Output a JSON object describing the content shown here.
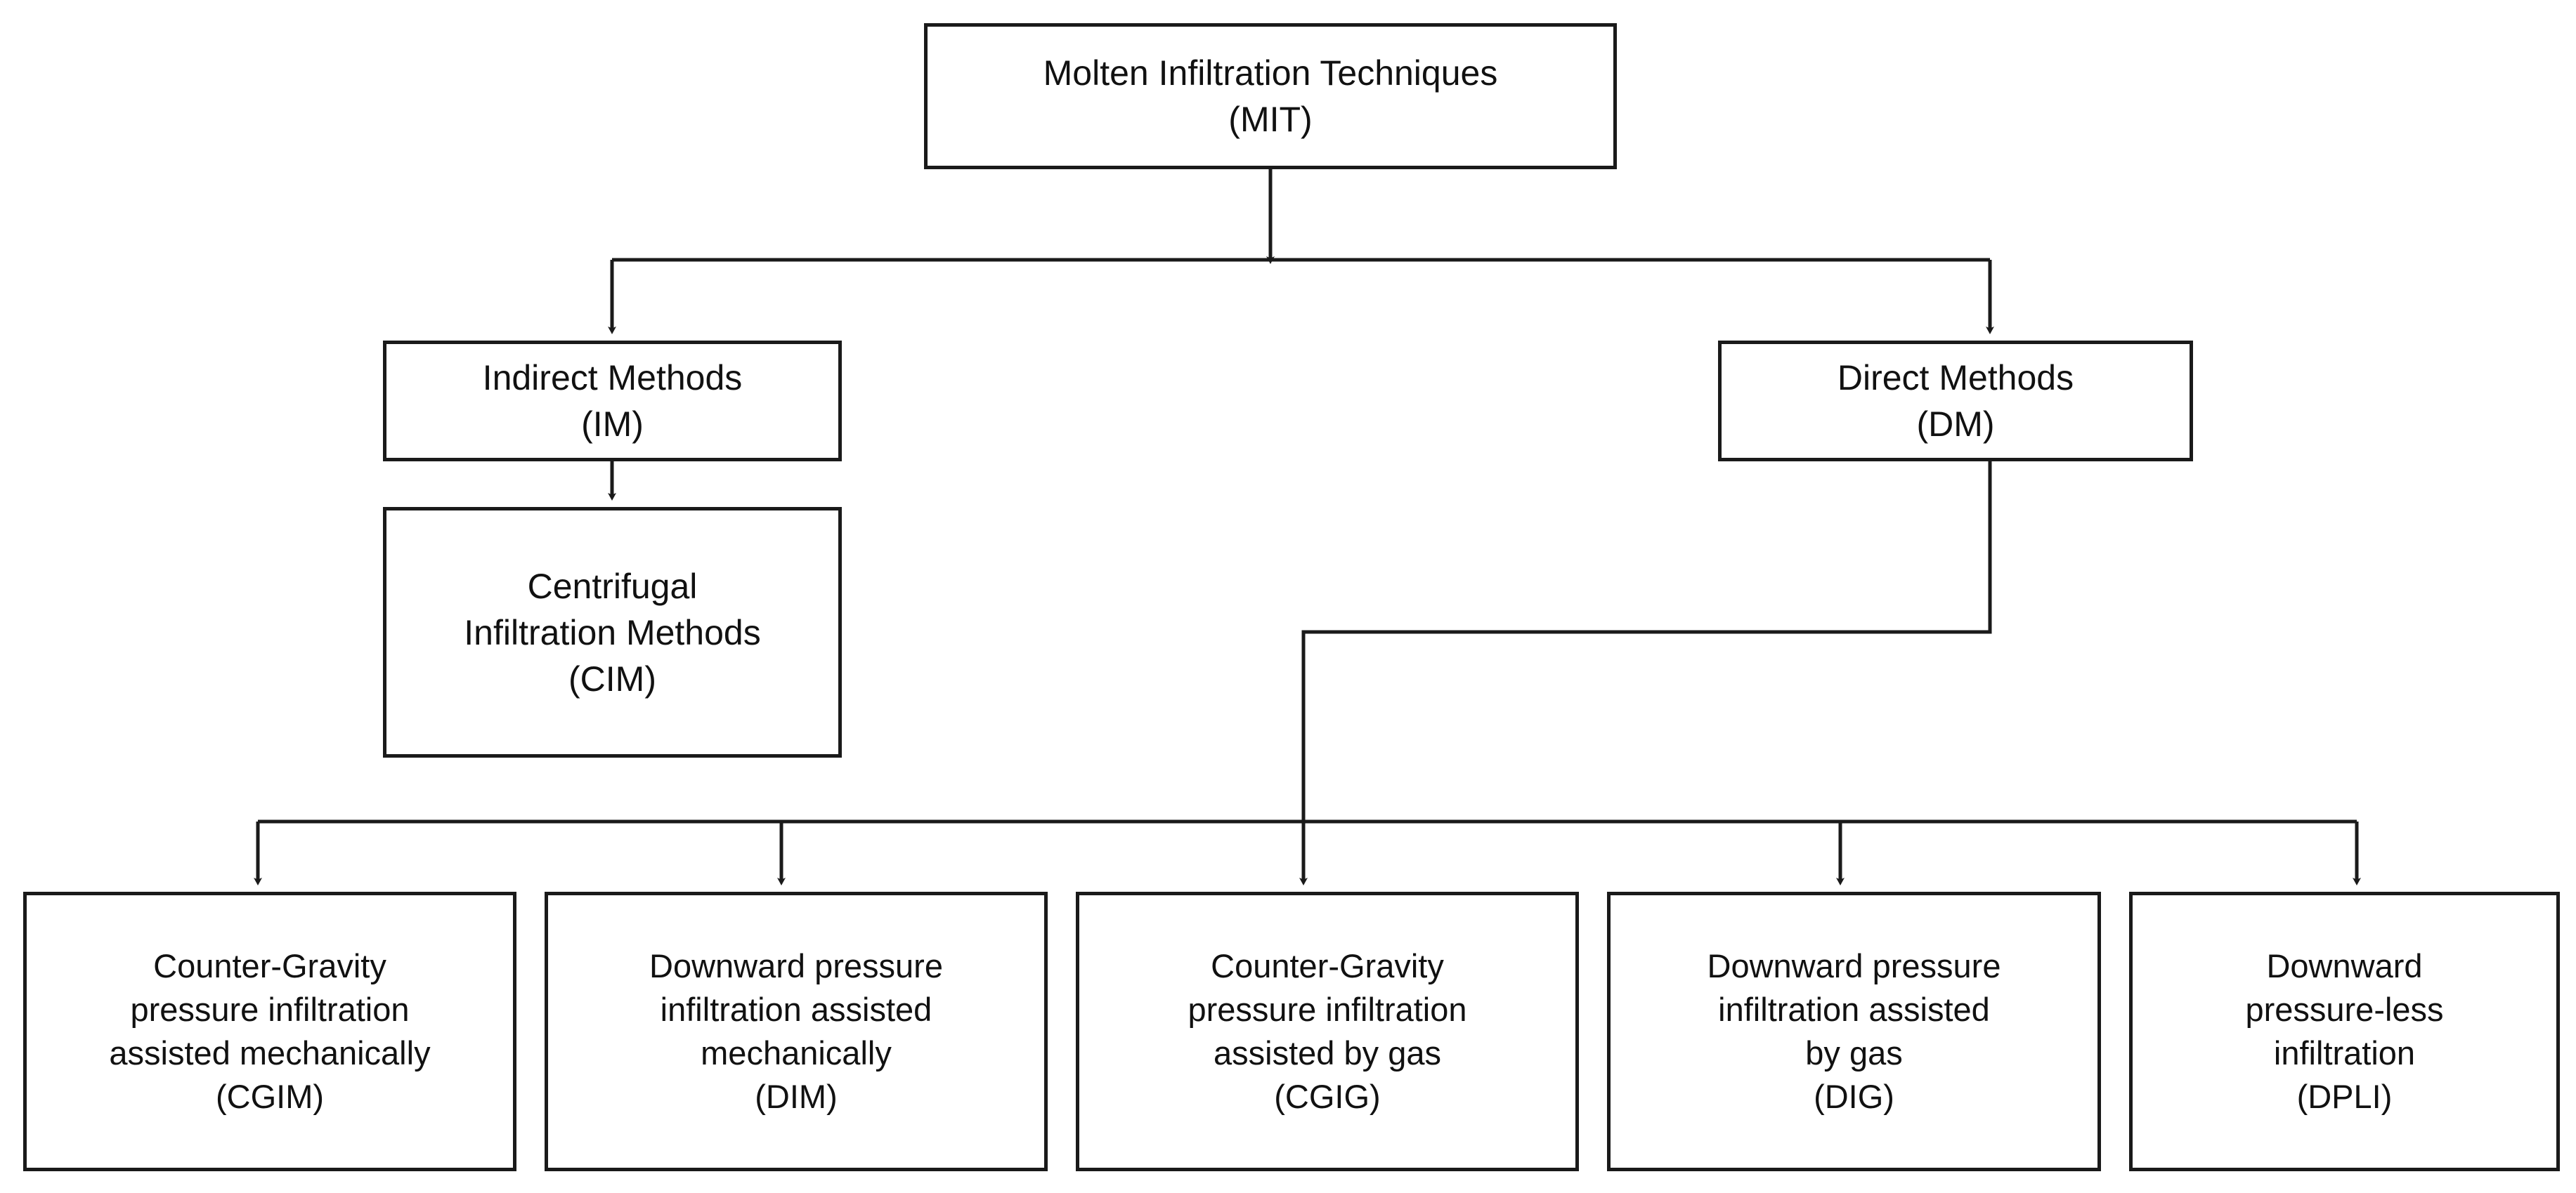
{
  "diagram": {
    "title": "Molten Infiltration Techniques classification flowchart",
    "type": "hierarchy-flowchart",
    "colors": {
      "background": "#ffffff",
      "box_border": "#1a1a1a",
      "box_fill": "#ffffff",
      "text": "#111111",
      "connector": "#1a1a1a"
    },
    "nodes": {
      "mit": {
        "lines": [
          "Molten Infiltration Techniques",
          "(MIT)"
        ],
        "name": "Molten Infiltration Techniques",
        "abbr": "(MIT)",
        "level": 0
      },
      "im": {
        "lines": [
          "Indirect Methods",
          "(IM)"
        ],
        "name": "Indirect Methods",
        "abbr": "(IM)",
        "level": 1
      },
      "dm": {
        "lines": [
          "Direct Methods",
          "(DM)"
        ],
        "name": "Direct Methods",
        "abbr": "(DM)",
        "level": 1
      },
      "cim": {
        "lines": [
          "Centrifugal",
          "Infiltration Methods",
          "(CIM)"
        ],
        "name": "Centrifugal Infiltration Methods",
        "abbr": "(CIM)",
        "level": 2
      },
      "cgim": {
        "lines": [
          "Counter-Gravity",
          "pressure infiltration",
          "assisted mechanically",
          "(CGIM)"
        ],
        "name": "Counter-Gravity pressure infiltration assisted mechanically",
        "abbr": "(CGIM)",
        "level": 2
      },
      "dim": {
        "lines": [
          "Downward pressure",
          "infiltration assisted",
          "mechanically",
          "(DIM)"
        ],
        "name": "Downward pressure infiltration assisted mechanically",
        "abbr": "(DIM)",
        "level": 2
      },
      "cgig": {
        "lines": [
          "Counter-Gravity",
          "pressure infiltration",
          "assisted by gas",
          "(CGIG)"
        ],
        "name": "Counter-Gravity pressure infiltration assisted by gas",
        "abbr": "(CGIG)",
        "level": 2
      },
      "dig": {
        "lines": [
          "Downward pressure",
          "infiltration assisted",
          "by gas",
          "(DIG)"
        ],
        "name": "Downward pressure infiltration assisted by gas",
        "abbr": "(DIG)",
        "level": 2
      },
      "dpli": {
        "lines": [
          "Downward",
          "pressure-less",
          "infiltration",
          "(DPLI)"
        ],
        "name": "Downward pressure-less infiltration",
        "abbr": "(DPLI)",
        "level": 2
      }
    },
    "edges": [
      {
        "from": "mit",
        "to": "im",
        "style": "orthogonal-arrow"
      },
      {
        "from": "mit",
        "to": "dm",
        "style": "orthogonal-arrow"
      },
      {
        "from": "im",
        "to": "cim",
        "style": "straight-arrow"
      },
      {
        "from": "dm",
        "to": "cgim",
        "style": "orthogonal-arrow"
      },
      {
        "from": "dm",
        "to": "dim",
        "style": "orthogonal-arrow"
      },
      {
        "from": "dm",
        "to": "cgig",
        "style": "orthogonal-arrow"
      },
      {
        "from": "dm",
        "to": "dig",
        "style": "orthogonal-arrow"
      },
      {
        "from": "dm",
        "to": "dpli",
        "style": "orthogonal-arrow"
      }
    ]
  }
}
